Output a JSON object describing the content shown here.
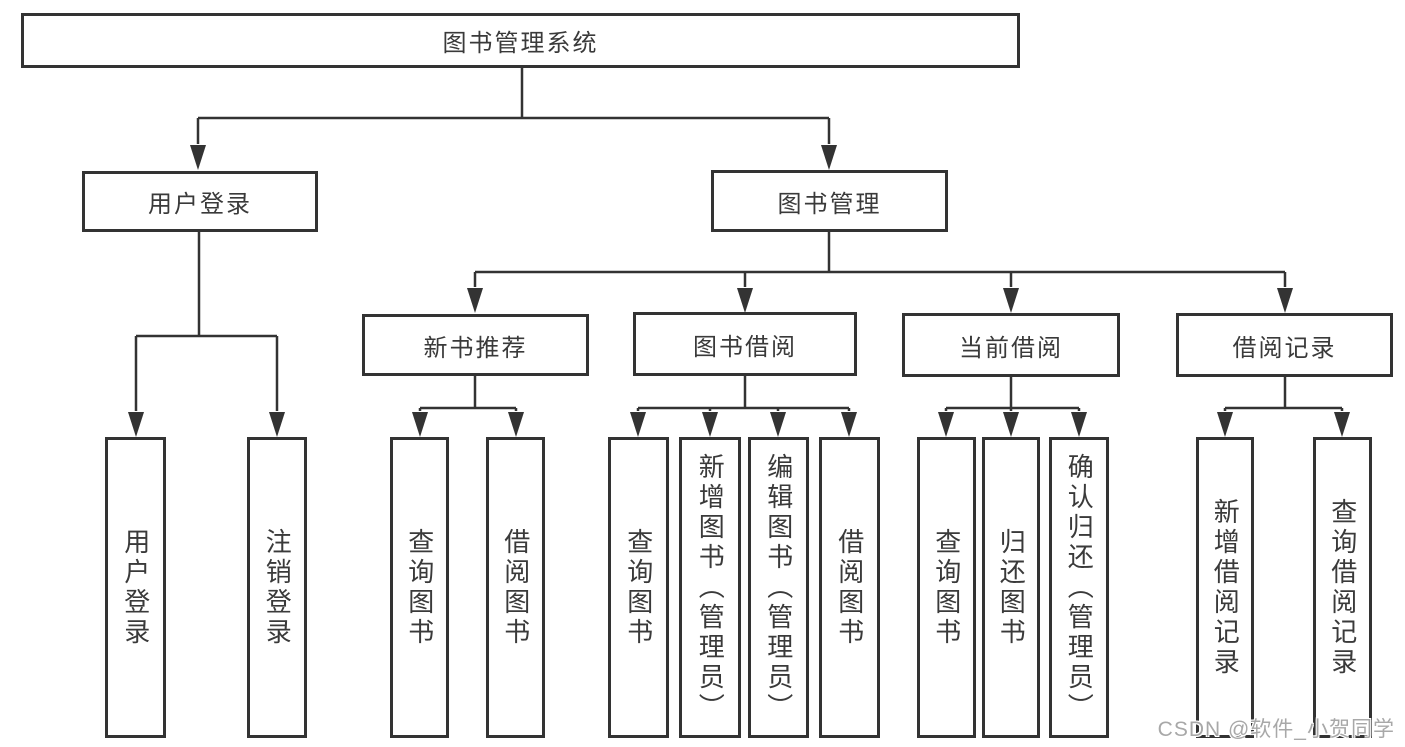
{
  "diagram_title": "图书管理系统",
  "nodes": {
    "root": {
      "label": "图书管理系统"
    },
    "level2": [
      {
        "label": "用户登录",
        "parent": "图书管理系统"
      },
      {
        "label": "图书管理",
        "parent": "图书管理系统"
      }
    ],
    "level3": [
      {
        "label": "新书推荐",
        "parent": "图书管理"
      },
      {
        "label": "图书借阅",
        "parent": "图书管理"
      },
      {
        "label": "当前借阅",
        "parent": "图书管理"
      },
      {
        "label": "借阅记录",
        "parent": "图书管理"
      }
    ],
    "leaves": [
      {
        "label": "用户登录",
        "parent": "用户登录"
      },
      {
        "label": "注销登录",
        "parent": "用户登录"
      },
      {
        "label": "查询图书",
        "parent": "新书推荐"
      },
      {
        "label": "借阅图书",
        "parent": "新书推荐"
      },
      {
        "label": "查询图书",
        "parent": "图书借阅"
      },
      {
        "label": "新增图书（管理员）",
        "parent": "图书借阅"
      },
      {
        "label": "编辑图书（管理员）",
        "parent": "图书借阅"
      },
      {
        "label": "借阅图书",
        "parent": "图书借阅"
      },
      {
        "label": "查询图书",
        "parent": "当前借阅"
      },
      {
        "label": "归还图书",
        "parent": "当前借阅"
      },
      {
        "label": "确认归还（管理员）",
        "parent": "当前借阅"
      },
      {
        "label": "新增借阅记录",
        "parent": "借阅记录"
      },
      {
        "label": "查询借阅记录",
        "parent": "借阅记录"
      }
    ]
  },
  "watermark": {
    "text": "CSDN @软件_小贺同学"
  },
  "colors": {
    "line": "#333333",
    "box_border": "#333333",
    "text": "#3a3a3a",
    "watermark_text": "#a8a8a8",
    "background": "#ffffff"
  }
}
